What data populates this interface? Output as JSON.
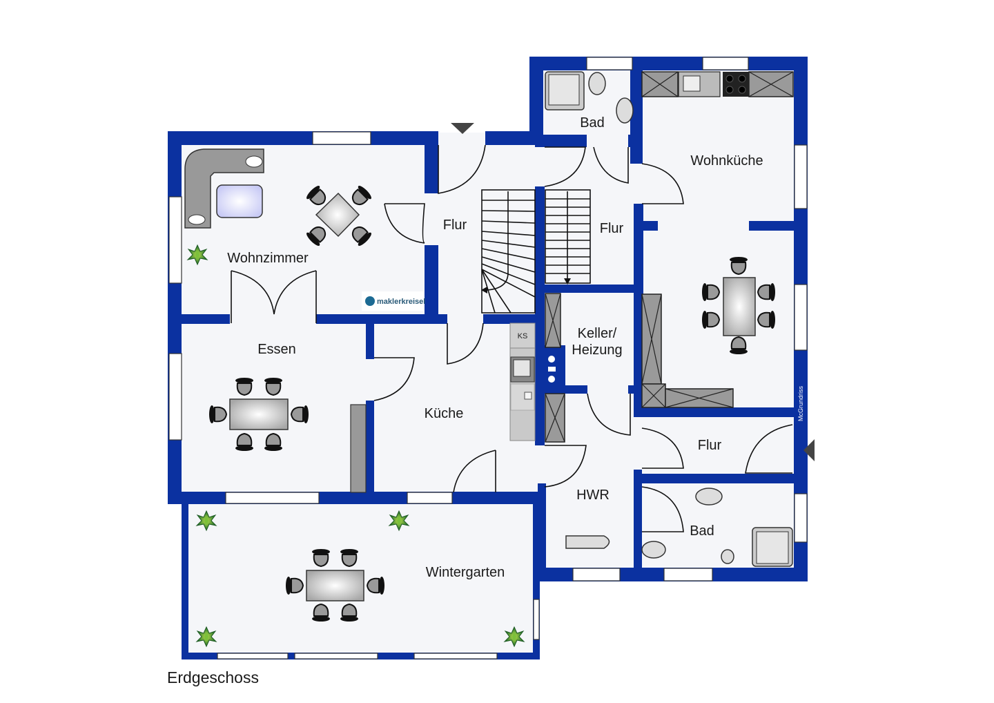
{
  "plan": {
    "caption": "Erdgeschoss",
    "wall_color": "#0b31a0",
    "floor_color": "#f5f6f9",
    "watermark_logo": "maklerkreisel",
    "watermark_vertical": "McGrundriss",
    "rooms": {
      "wohnzimmer": "Wohnzimmer",
      "flur_left": "Flur",
      "flur_center": "Flur",
      "bad_top": "Bad",
      "wohnkueche": "Wohnküche",
      "essen": "Essen",
      "kueche": "Küche",
      "keller_line1": "Keller/",
      "keller_line2": "Heizung",
      "flur_right": "Flur",
      "hwr": "HWR",
      "bad_bottom": "Bad",
      "wintergarten": "Wintergarten"
    },
    "appliance_labels": {
      "fridge": "KS"
    },
    "entrances": [
      "entrance-arrow-top",
      "entrance-arrow-right"
    ]
  }
}
